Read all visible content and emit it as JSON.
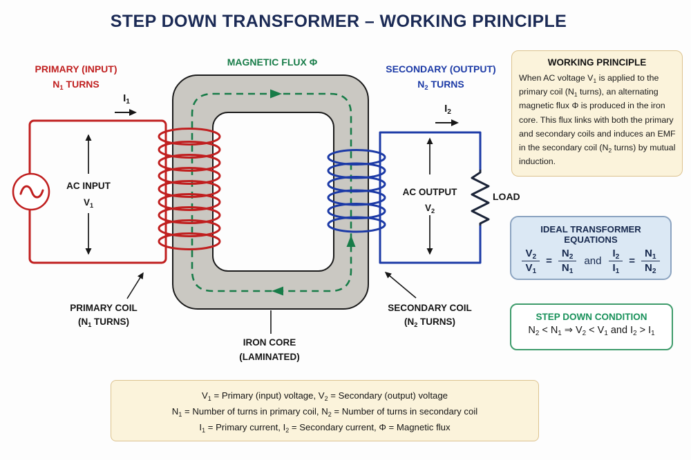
{
  "title": "STEP DOWN TRANSFORMER – WORKING PRINCIPLE",
  "colors": {
    "title_navy": "#1b2a55",
    "primary_red": "#c01f1f",
    "secondary_blue": "#1c3aa6",
    "flux_green": "#177c48",
    "core_gray": "#cac8c2",
    "cream_bg": "#fbf3db",
    "cream_border": "#dcc28e",
    "eq_panel_bg": "#dbe8f4",
    "eq_panel_border": "#8ba3c0",
    "condition_green": "#19915a"
  },
  "diagram": {
    "primary_label_1": "PRIMARY (INPUT)",
    "primary_label_2": "N_{1} TURNS",
    "flux_label": "MAGNETIC FLUX  Φ",
    "secondary_label_1": "SECONDARY (OUTPUT)",
    "secondary_label_2": "N_{2} TURNS",
    "i1": "I_{1}",
    "i2": "I_{2}",
    "ac_input_1": "AC INPUT",
    "ac_input_2": "V_{1}",
    "ac_output_1": "AC OUTPUT",
    "ac_output_2": "V_{2}",
    "load": "LOAD",
    "primary_coil_1": "PRIMARY COIL",
    "primary_coil_2": "(N_{1} TURNS)",
    "iron_core_1": "IRON CORE",
    "iron_core_2": "(LAMINATED)",
    "secondary_coil_1": "SECONDARY COIL",
    "secondary_coil_2": "(N_{2} TURNS)"
  },
  "working_principle": {
    "title": "WORKING PRINCIPLE",
    "body": "When AC voltage V_{1} is applied to the primary coil (N_{1} turns), an alternating magnetic flux Φ is produced in the iron core. This flux links with both the primary and secondary coils and induces an EMF in the secondary coil (N_{2} turns) by mutual induction."
  },
  "equations": {
    "title": "IDEAL TRANSFORMER EQUATIONS",
    "f1_num": "V_{2}",
    "f1_den": "V_{1}",
    "eq1": "=",
    "f2_num": "N_{2}",
    "f2_den": "N_{1}",
    "and_word": "and",
    "f3_num": "I_{2}",
    "f3_den": "I_{1}",
    "eq2": "=",
    "f4_num": "N_{1}",
    "f4_den": "N_{2}"
  },
  "step_down": {
    "title": "STEP DOWN CONDITION",
    "condition": "N_{2} < N_{1}   ⇒   V_{2} < V_{1}   and   I_{2} > I_{1}"
  },
  "legend": {
    "line1": "V_{1} = Primary (input) voltage,    V_{2} = Secondary (output) voltage",
    "line2": "N_{1} = Number of turns in primary coil,    N_{2} = Number of turns in secondary coil",
    "line3": "I_{1} = Primary current,   I_{2} = Secondary current,   Φ  = Magnetic flux"
  }
}
